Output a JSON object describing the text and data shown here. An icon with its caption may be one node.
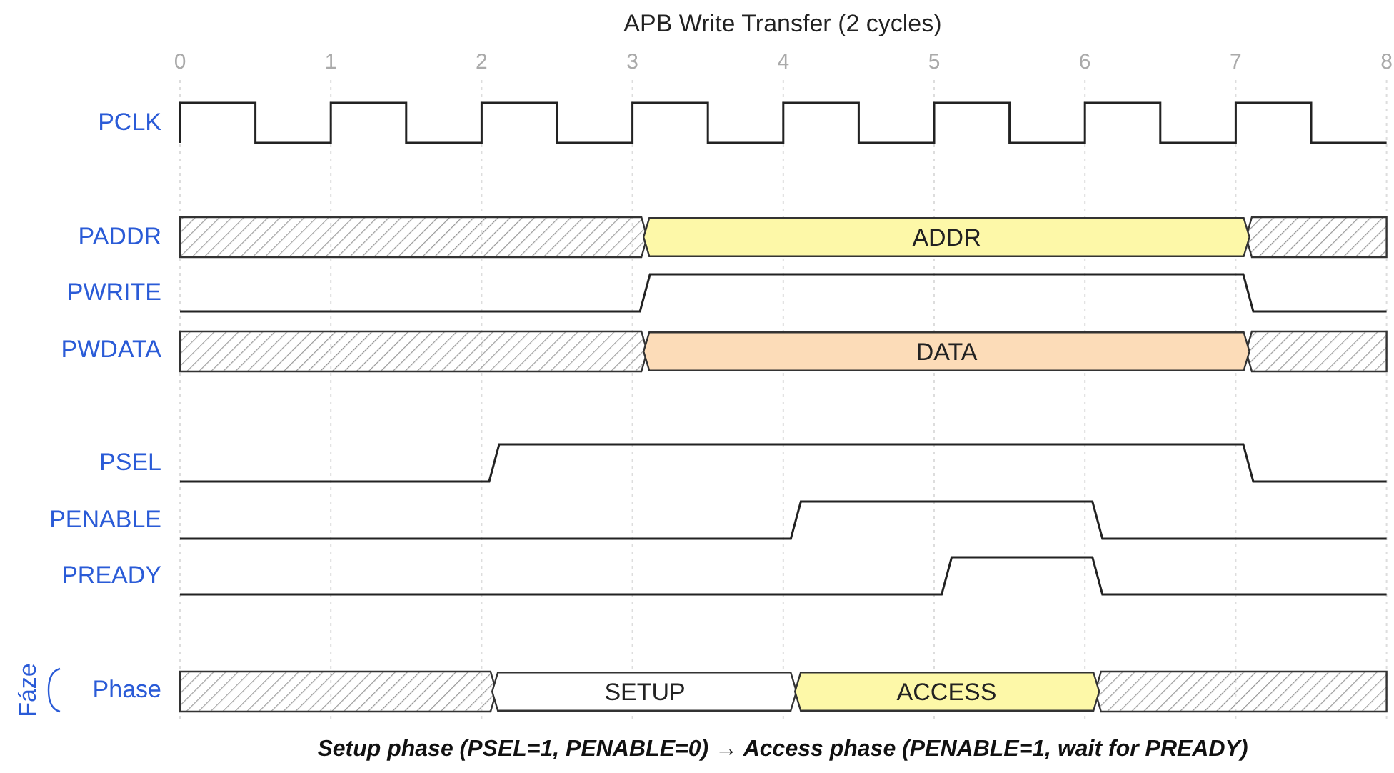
{
  "diagram": {
    "title": "APB Write Transfer (2 cycles)",
    "caption": "Setup phase (PSEL=1, PENABLE=0) → Access phase (PENABLE=1, wait for PREADY)",
    "nodes": [
      {
        "text": [
          "ADDR"
        ]
      },
      {
        "text": [
          "DATA"
        ]
      },
      {
        "text": [
          "SETUP"
        ]
      },
      {
        "text": [
          "ACCESS"
        ]
      }
    ],
    "labels": [
      "0",
      "1",
      "2",
      "3",
      "4",
      "5",
      "6",
      "7",
      "8",
      "PCLK",
      "PADDR",
      "PWRITE",
      "PWDATA",
      "PSEL",
      "PENABLE",
      "PREADY",
      "Fáze",
      "Phase"
    ]
  }
}
